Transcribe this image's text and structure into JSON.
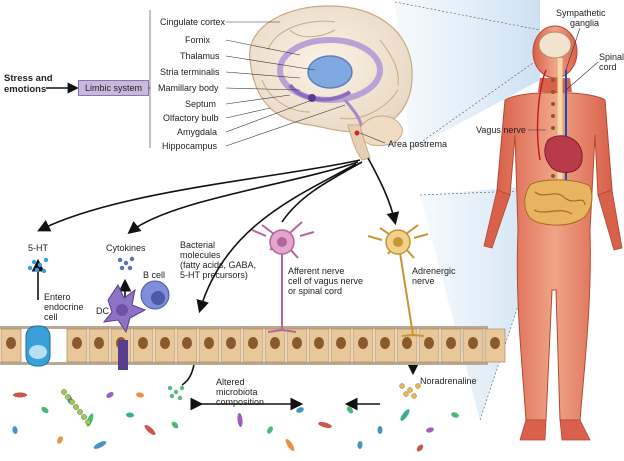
{
  "left": {
    "stress": [
      "Stress and",
      "emotions"
    ],
    "limbic_box": "Limbic system"
  },
  "brain_labels": [
    "Cingulate cortex",
    "Fornix",
    "Thalamus",
    "Stria terminalis",
    "Mamillary body",
    "Septum",
    "Olfactory bulb",
    "Amygdala",
    "Hippocampus"
  ],
  "area_postrema": "Area postrema",
  "body_labels": {
    "sympathetic": [
      "Sympathetic",
      "ganglia"
    ],
    "spinal": [
      "Spinal",
      "cord"
    ],
    "vagus": "Vagus nerve"
  },
  "mediators": {
    "serotonin": "5-HT",
    "cytokines": "Cytokines",
    "bacterial": [
      "Bacterial",
      "molecules",
      "(fatty acids, GABA,",
      "5-HT precursors)"
    ],
    "b_cell": "B cell",
    "dc": "DC",
    "entero": [
      "Entero",
      "endocrine",
      "cell"
    ]
  },
  "nerves": {
    "afferent": [
      "Afferent nerve",
      "cell of vagus nerve",
      "or spinal cord"
    ],
    "adrenergic": [
      "Adrenergic",
      "nerve"
    ]
  },
  "gut": {
    "altered": [
      "Altered",
      "microbiota",
      "composition"
    ],
    "noradrenaline": "Noradrenaline"
  },
  "colors": {
    "epithelium": "#e8c79a",
    "nucleus": "#8a5a2b",
    "limbic_box": "#c9b8dd",
    "body_skin": "#e07a5f",
    "brain_purple": "#7b5fb0",
    "nerve_pink": "#d98cc0",
    "nerve_tan": "#e4b760",
    "entero_blue": "#3aa0d8"
  }
}
